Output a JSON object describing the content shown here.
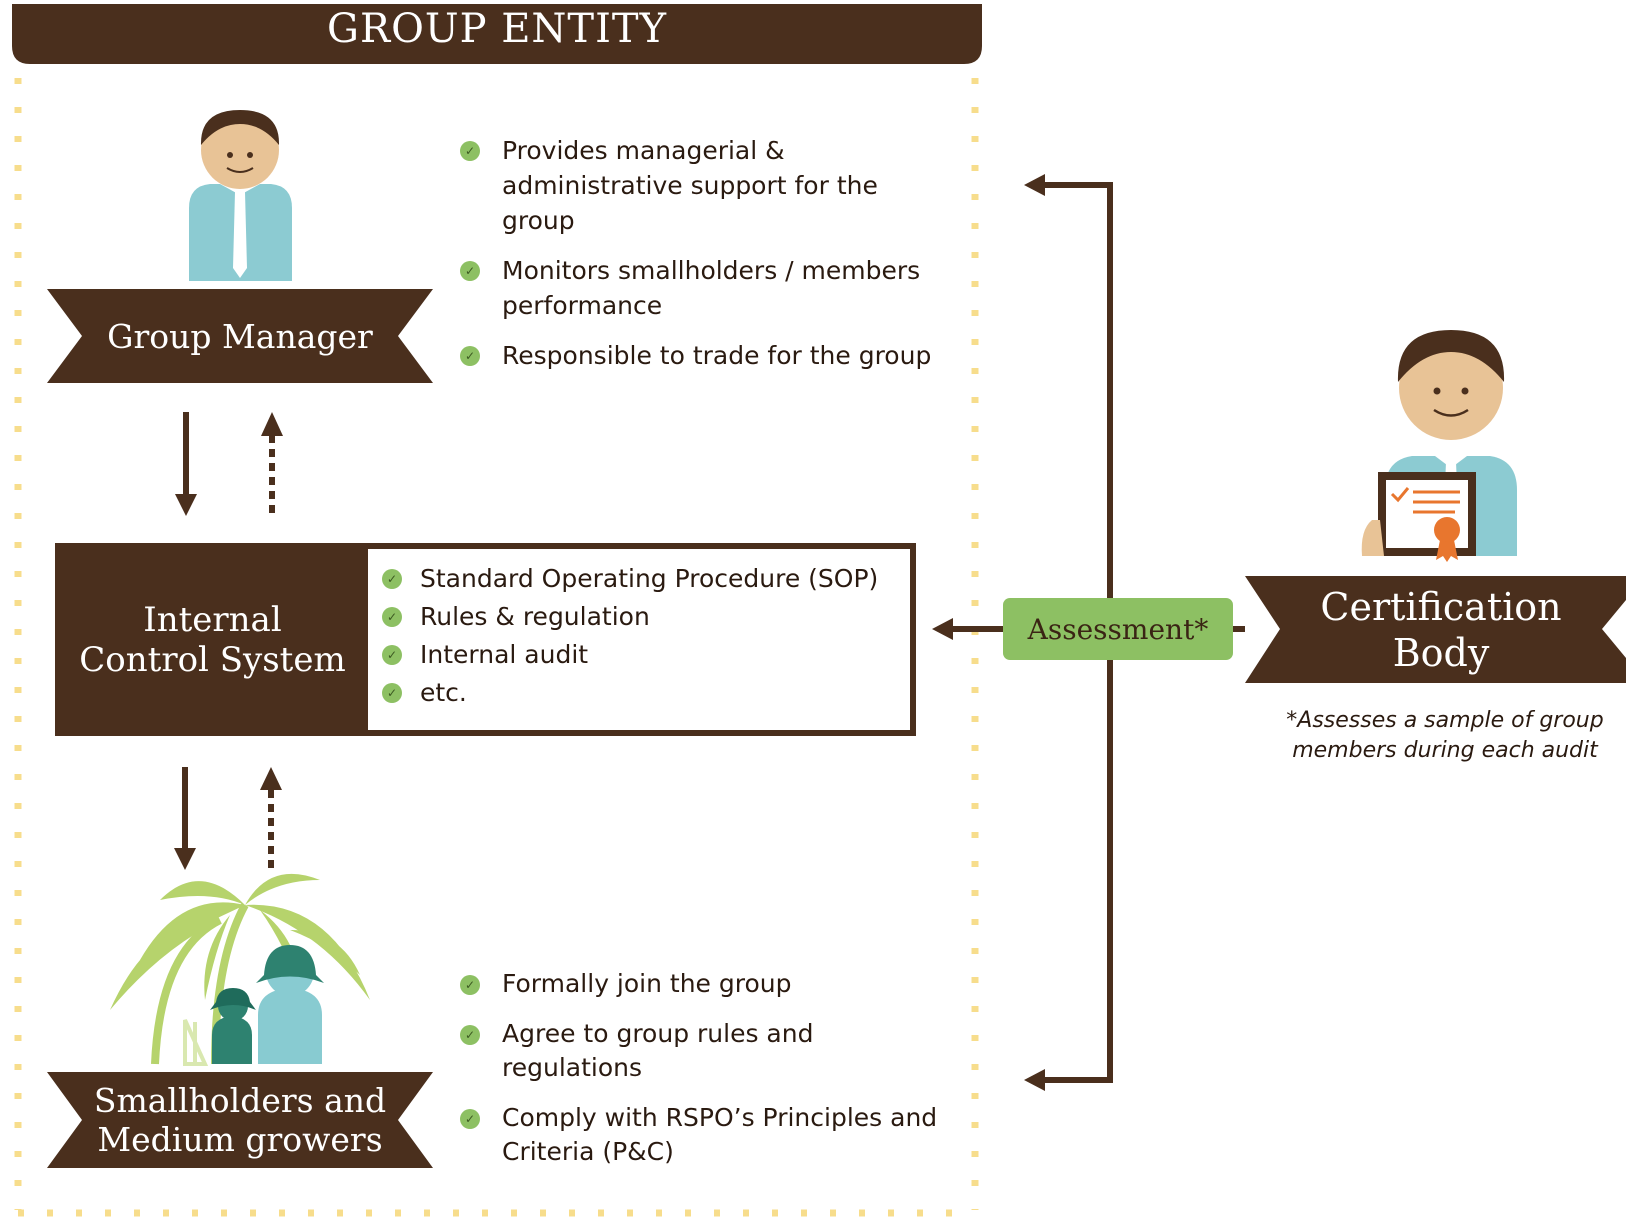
{
  "group_entity": {
    "title": "GROUP ENTITY"
  },
  "group_manager": {
    "label": "Group Manager",
    "responsibilities": [
      "Provides managerial & administrative support for the group",
      "Monitors smallholders / members performance",
      "Responsible to trade for the group"
    ]
  },
  "internal_control_system": {
    "label_line1": "Internal",
    "label_line2": "Control System",
    "items": [
      "Standard Operating Procedure (SOP)",
      "Rules & regulation",
      "Internal audit",
      "etc."
    ]
  },
  "smallholders": {
    "label_line1": "Smallholders and",
    "label_line2": "Medium growers",
    "responsibilities": [
      "Formally join the group",
      "Agree to group rules and regulations",
      "Comply with RSPO’s Principles and Criteria (P&C)"
    ]
  },
  "assessment": {
    "label": "Assessment*"
  },
  "certification_body": {
    "label_line1": "Certification",
    "label_line2": "Body",
    "footnote": "*Assesses a sample of group members during each audit"
  },
  "colors": {
    "brown": "#4a2f1d",
    "green": "#8dc063",
    "border_dots": "#f7dd8c",
    "shirt": "#8ccbd2",
    "skin": "#e8c396",
    "hair": "#4a2f1d",
    "palm": "#b6d36c",
    "farmer_dark": "#2e8270",
    "farmer_light": "#88cbd1"
  },
  "icons": [
    "group-manager-person-icon",
    "certifier-person-icon",
    "certificate-icon",
    "palm-trees-icon",
    "farmers-icon",
    "check-icon",
    "arrow-icon"
  ]
}
